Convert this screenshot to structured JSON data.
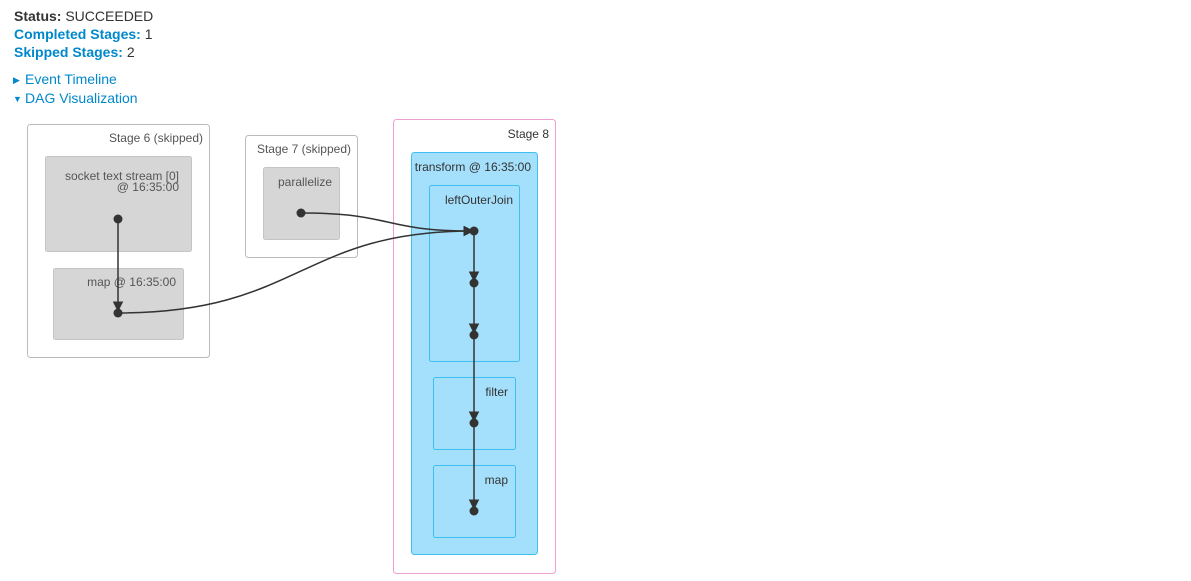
{
  "summary": {
    "status_label": "Status:",
    "status_value": "SUCCEEDED",
    "completed_label": "Completed Stages:",
    "completed_value": "1",
    "skipped_label": "Skipped Stages:",
    "skipped_value": "2"
  },
  "toggles": {
    "event_timeline": {
      "arrow": "▶",
      "label": "Event Timeline"
    },
    "dag_visualization": {
      "arrow": "▼",
      "label": "DAG Visualization"
    }
  },
  "dag": {
    "stage6": {
      "title": "Stage 6 (skipped)",
      "cluster_socket_line1": "socket text stream [0]",
      "cluster_socket_line2": "@ 16:35:00",
      "cluster_map": "map @ 16:35:00"
    },
    "stage7": {
      "title": "Stage 7 (skipped)",
      "cluster_parallelize": "parallelize"
    },
    "stage8": {
      "title": "Stage 8",
      "cluster_transform": "transform @ 16:35:00",
      "cluster_leftouterjoin": "leftOuterJoin",
      "cluster_filter": "filter",
      "cluster_map": "map"
    },
    "colors": {
      "skipped_stage_border": "#bbbbbb",
      "skipped_cluster_fill": "#d6d6d6",
      "active_stage_border": "#ef9fcf",
      "active_cluster_fill": "#a4e0fc",
      "active_cluster_border": "#3ec0f0",
      "edge": "#333333"
    }
  }
}
